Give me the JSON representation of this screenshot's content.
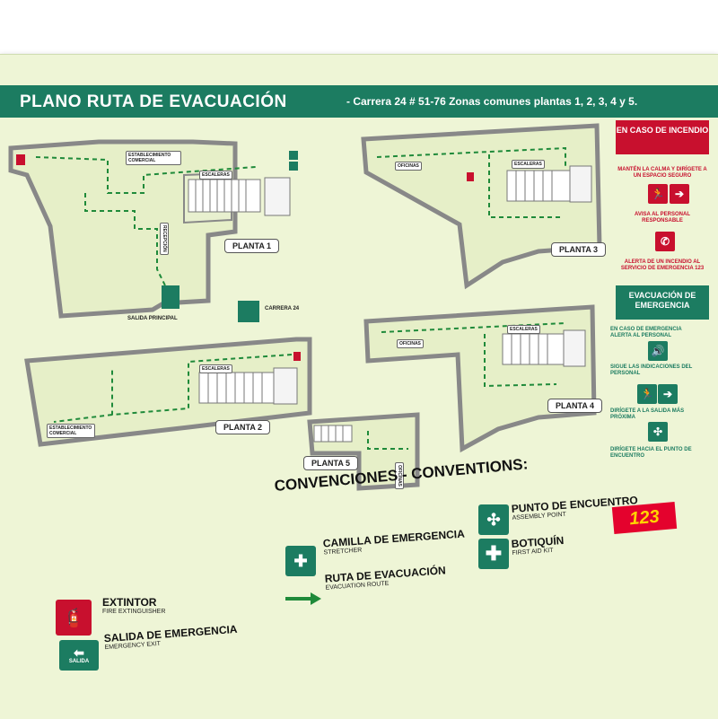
{
  "header": {
    "title": "PLANO RUTA DE EVACUACIÓN",
    "subtitle": "- Carrera 24 # 51-76 Zonas comunes plantas 1, 2, 3, 4 y 5."
  },
  "plans": {
    "planta1": "PLANTA 1",
    "planta2": "PLANTA 2",
    "planta3": "PLANTA 3",
    "planta4": "PLANTA 4",
    "planta5": "PLANTA 5",
    "establecimiento": "ESTABLECIMIENTO COMERCIAL",
    "escaleras": "ESCALERAS",
    "recepcion": "RECEPCIÓN",
    "oficinas": "OFICINAS",
    "salida_principal": "SALIDA PRINCIPAL",
    "carrera": "CARRERA 24"
  },
  "incendio": {
    "heading": "EN CASO DE INCENDIO",
    "step1": "MANTÉN LA CALMA Y DIRÍGETE A UN ESPACIO SEGURO",
    "step2": "AVISA AL PERSONAL RESPONSABLE",
    "step3": "ALERTA DE UN INCENDIO AL SERVICIO DE EMERGENCIA 123"
  },
  "evacuacion": {
    "heading": "EVACUACIÓN DE EMERGENCIA",
    "step1": "EN CASO DE EMERGENCIA ALERTA AL PERSONAL",
    "step2": "SIGUE LAS INDICACIONES DEL PERSONAL",
    "step3": "DIRÍGETE A LA SALIDA MÁS PRÓXIMA",
    "step4": "DIRÍGETE HACIA EL PUNTO DE ENCUENTRO"
  },
  "conventions": {
    "title": "CONVENCIONES - CONVENTIONS:",
    "camilla": "CAMILLA DE EMERGENCIA",
    "camilla_en": "STRETCHER",
    "punto": "PUNTO DE ENCUENTRO",
    "punto_en": "ASSEMBLY POINT",
    "ruta": "RUTA DE EVACUACIÓN",
    "ruta_en": "EVACUATION ROUTE",
    "botiquin": "BOTIQUÍN",
    "botiquin_en": "FIRST AID KIT",
    "extintor": "EXTINTOR",
    "extintor_en": "FIRE EXTINGUISHER",
    "salida": "SALIDA DE EMERGENCIA",
    "salida_en": "EMERGENCY EXIT",
    "salida_icon_text": "SALIDA"
  },
  "logo": {
    "text": "123"
  },
  "colors": {
    "green": "#1c7c61",
    "red": "#c8102e",
    "background": "#eef5d6",
    "route": "#1f8a3a"
  }
}
